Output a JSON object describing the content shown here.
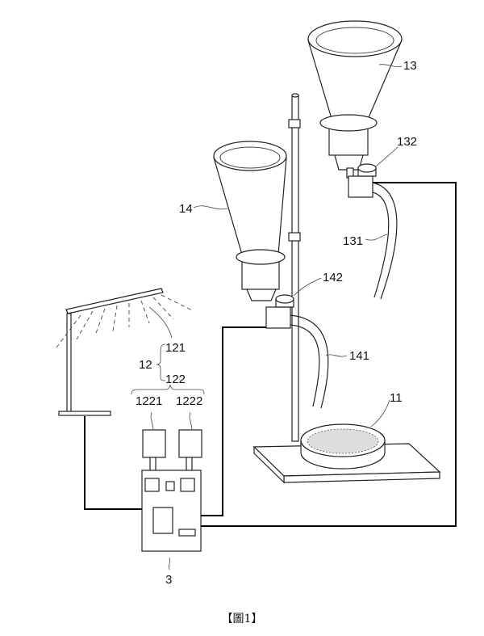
{
  "figure": {
    "caption": "【圖1】",
    "labels": {
      "funnel_upper": "13",
      "valve_upper": "132",
      "funnel_lower": "14",
      "tube_upper": "131",
      "valve_lower": "142",
      "tube_lower": "141",
      "dish": "11",
      "light_module": "12",
      "lamp": "121",
      "sensor_group": "122",
      "sensor_1": "1221",
      "sensor_2": "1222",
      "controller": "3"
    }
  }
}
